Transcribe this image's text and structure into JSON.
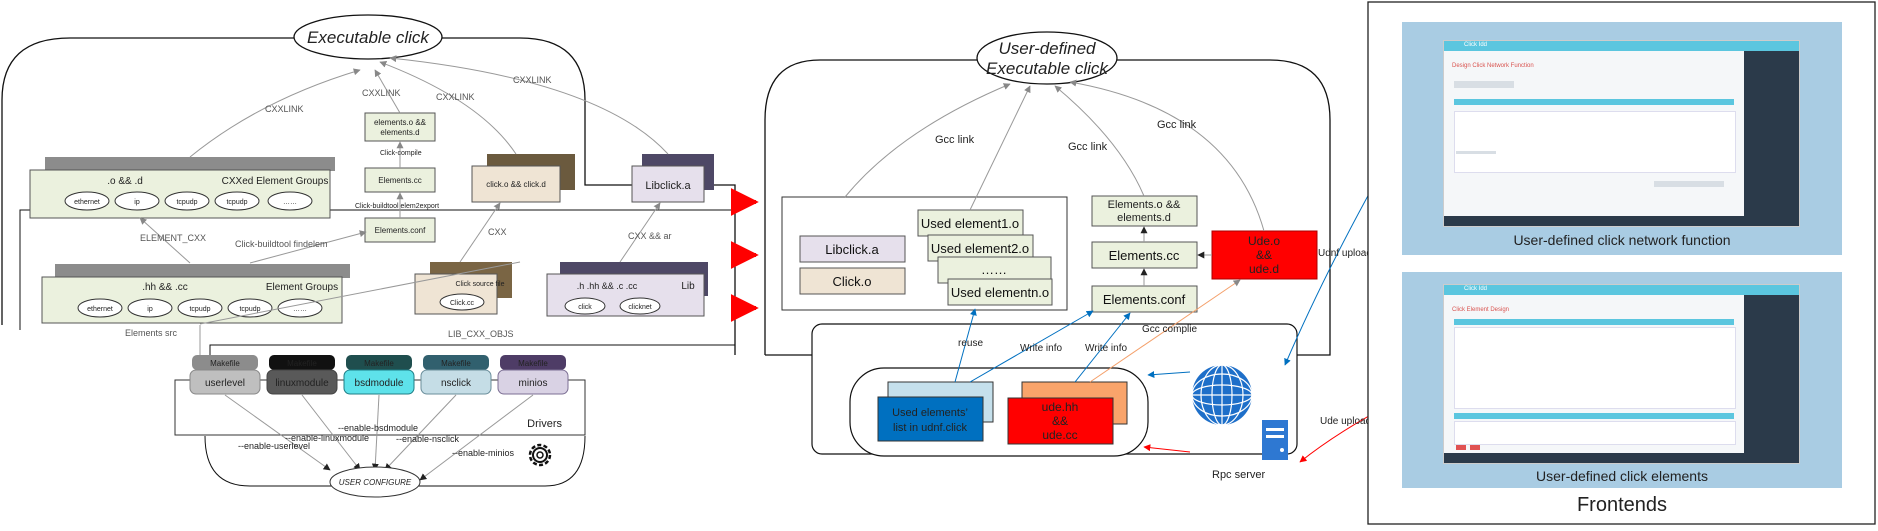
{
  "colors": {
    "accent_blue": "#0070c0",
    "red": "#ff0000",
    "light_green": "#ebf1de",
    "lavender": "#e6e0ec",
    "tan": "#efe4d4",
    "panel_bg": "#a9cce3"
  },
  "left_section": {
    "top_ellipse": "Executable click",
    "cxx_group": {
      "header": ".o && .d",
      "title": "CXXed Element Groups",
      "items": [
        "ethernet",
        "ip",
        "tcpudp",
        "tcpudp",
        "……"
      ]
    },
    "element_group": {
      "header": ".hh && .cc",
      "title": "Element Groups",
      "items": [
        "ethernet",
        "ip",
        "tcpudp",
        "tcpudp",
        "……"
      ]
    },
    "elements_od": "elements.o &&\nelements.d",
    "elements_cc": "Elements.cc",
    "elements_conf": "Elements.conf",
    "click_od": "click.o && click.d",
    "libclick": "Libclick.a",
    "click_source": {
      "title": "Click source file",
      "file": "Click.cc"
    },
    "lib": {
      "header": ".h .hh && .c .cc",
      "title": "Lib",
      "items": [
        "click",
        "clicknet"
      ]
    },
    "edge_labels": {
      "cxxlink_1": "CXXLINK",
      "cxxlink_2": "CXXLINK",
      "cxxlink_3": "CXXLINK",
      "cxxlink_4": "CXXLINK",
      "click_compile": "Click-compile",
      "buildtool_export": "Click-buildtool elem2export",
      "element_cxx": "ELEMENT_CXX",
      "buildtool_findelem": "Click-buildtool findelem",
      "cxx": "CXX",
      "cxx_ar": "CXX && ar",
      "lib_cxx_objs": "LIB_CXX_OBJS",
      "elements_src": "Elements src"
    },
    "drivers": {
      "title": "Drivers",
      "makefile_label": "Makefile",
      "items": [
        "userlevel",
        "linuxmodule",
        "bsdmodule",
        "nsclick",
        "minios"
      ]
    },
    "configure_flags": [
      "--enable-userlevel",
      "--enable-linuxmodule",
      "--enable-bsdmodule",
      "--enable-nsclick",
      "--enable-minios"
    ],
    "user_configure": "USER CONFIGURE"
  },
  "middle_section": {
    "top_ellipse_line1": "User-defined",
    "top_ellipse_line2": "Executable click",
    "gcc_link_1": "Gcc link",
    "gcc_link_2": "Gcc link",
    "gcc_link_3": "Gcc link",
    "libclick": "Libclick.a",
    "click_o": "Click.o",
    "used_elements": [
      "Used element1.o",
      "Used element2.o",
      "……",
      "Used elementn.o"
    ],
    "elements_od": "Elements.o &&\nelements.d",
    "elements_cc": "Elements.cc",
    "elements_conf": "Elements.conf",
    "ude_od": "Ude.o\n&&\nude.d",
    "udnf_upload": "Udnf upload",
    "gcc_complie": "Gcc complie",
    "reuse": "reuse",
    "write_info_1": "Write info",
    "write_info_2": "Write info",
    "used_list": "Used elements’\nlist in udnf.click",
    "ude_hh": "ude.hh\n&&\nude.cc",
    "rpc_server": "Rpc server",
    "ude_upload": "Ude upload"
  },
  "right_section": {
    "panel1_caption": "User-defined click network function",
    "panel2_caption": "User-defined click elements",
    "frontends": "Frontends",
    "shot1_title": "Design Click Network Function",
    "shot2_title": "Click Element Design",
    "shot_brand": "Click Idd"
  }
}
